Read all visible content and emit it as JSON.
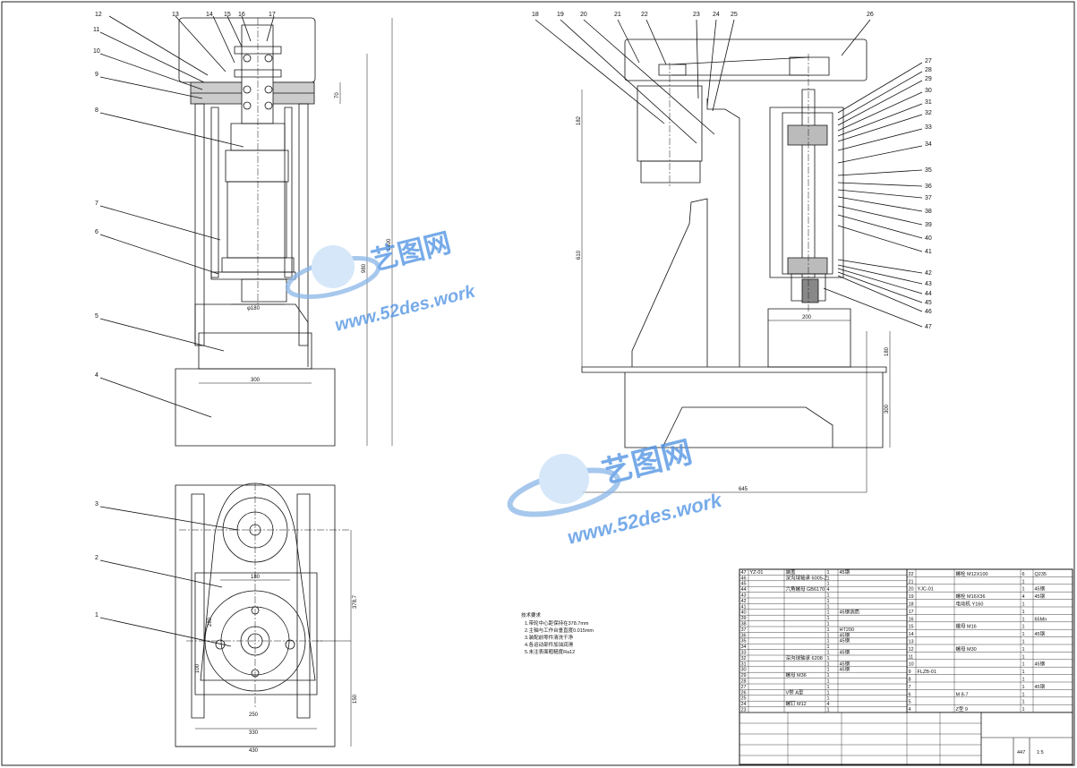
{
  "drawing": {
    "left_view": {
      "balloons": [
        "12",
        "13",
        "14",
        "15",
        "16",
        "17",
        "11",
        "10",
        "9",
        "8",
        "7",
        "6",
        "5",
        "4"
      ],
      "dims": {
        "bore": "φ180",
        "base_width": "300",
        "height_total": "1400",
        "height_mid": "980",
        "flange": "70"
      }
    },
    "right_view": {
      "balloons_top": [
        "18",
        "19",
        "20",
        "21",
        "22",
        "23",
        "24",
        "25",
        "26"
      ],
      "balloons_side": [
        "27",
        "28",
        "29",
        "30",
        "31",
        "32",
        "33",
        "34",
        "35",
        "36",
        "37",
        "38",
        "39",
        "40",
        "41",
        "42",
        "43",
        "44",
        "45",
        "46",
        "47"
      ],
      "dims": {
        "vertical_a": "182",
        "vertical_b": "610",
        "width_200": "200",
        "width_645": "645",
        "base_h1": "180",
        "base_h2": "300"
      }
    },
    "plan_view": {
      "balloons": [
        "3",
        "2",
        "1"
      ],
      "dims": {
        "d180": "180",
        "d280": "280",
        "d100": "100",
        "d250": "250",
        "w330": "330",
        "w430": "430",
        "h378": "378.7",
        "h150": "150"
      }
    },
    "notes": {
      "title": "技术要求",
      "lines": [
        "1.带轮中心距保持在378.7mm",
        "2.主轴与工作台垂直度0.015mm",
        "3.装配前零件清洗干净",
        "4.各运动部件加油润滑",
        "5.未注表面粗糙度Ra12"
      ]
    },
    "watermark": {
      "brand": "艺图网",
      "url": "www.52des.work"
    },
    "title_block": {
      "left_rows": [
        [
          "47",
          "YZ-01",
          "端盖",
          "1",
          "45钢"
        ],
        [
          "46",
          "",
          "深沟球轴承 6005-Z",
          "1",
          ""
        ],
        [
          "45",
          "",
          "",
          "1",
          ""
        ],
        [
          "44",
          "",
          "六角螺母 GB6170",
          "4",
          ""
        ],
        [
          "43",
          "",
          "",
          "1",
          ""
        ],
        [
          "42",
          "",
          "",
          "1",
          ""
        ],
        [
          "41",
          "",
          "",
          "1",
          ""
        ],
        [
          "40",
          "",
          "",
          "1",
          "45钢调质"
        ],
        [
          "39",
          "",
          "",
          "1",
          ""
        ],
        [
          "38",
          "",
          "",
          "1",
          ""
        ],
        [
          "37",
          "",
          "",
          "1",
          "HT200"
        ],
        [
          "36",
          "",
          "",
          "1",
          "45钢"
        ],
        [
          "35",
          "",
          "",
          "1",
          "45钢"
        ],
        [
          "34",
          "",
          "",
          "1",
          ""
        ],
        [
          "33",
          "",
          "",
          "1",
          "45钢"
        ],
        [
          "32",
          "",
          "深沟球轴承 6208",
          "1",
          ""
        ],
        [
          "31",
          "",
          "",
          "1",
          "45钢"
        ],
        [
          "30",
          "",
          "",
          "1",
          "45钢"
        ],
        [
          "29",
          "",
          "螺母 M36",
          "1",
          ""
        ],
        [
          "28",
          "",
          "",
          "1",
          ""
        ],
        [
          "27",
          "",
          "",
          "1",
          ""
        ],
        [
          "26",
          "",
          "V带 A型",
          "1",
          ""
        ],
        [
          "25",
          "",
          "",
          "1",
          ""
        ],
        [
          "24",
          "",
          "螺钉 M12",
          "4",
          ""
        ],
        [
          "23",
          "",
          "",
          "1",
          ""
        ]
      ],
      "right_rows": [
        [
          "22",
          "",
          "螺栓 M12X100",
          "6",
          "Q235"
        ],
        [
          "21",
          "",
          "",
          "1",
          ""
        ],
        [
          "20",
          "YJC-01",
          "",
          "1",
          "45钢"
        ],
        [
          "19",
          "",
          "螺栓 M16X36",
          "4",
          "45钢"
        ],
        [
          "18",
          "",
          "电动机 Y160",
          "1",
          ""
        ],
        [
          "17",
          "",
          "",
          "1",
          ""
        ],
        [
          "16",
          "",
          "",
          "1",
          "65Mn"
        ],
        [
          "15",
          "",
          "螺母 M16",
          "1",
          ""
        ],
        [
          "14",
          "",
          "",
          "1",
          "45钢"
        ],
        [
          "13",
          "",
          "",
          "1",
          ""
        ],
        [
          "12",
          "",
          "螺母 M30",
          "1",
          ""
        ],
        [
          "11",
          "",
          "",
          "1",
          ""
        ],
        [
          "10",
          "",
          "",
          "1",
          "45钢"
        ],
        [
          "9",
          "FLZB-01",
          "",
          "1",
          ""
        ],
        [
          "8",
          "",
          "",
          "1",
          ""
        ],
        [
          "7",
          "",
          "",
          "1",
          "45钢"
        ],
        [
          "6",
          "",
          "M 8-7",
          "1",
          ""
        ],
        [
          "5",
          "",
          "",
          "1",
          ""
        ],
        [
          "4",
          "",
          "Z型 9",
          "1",
          ""
        ]
      ],
      "scale": "1:5",
      "sheet": "447"
    }
  }
}
